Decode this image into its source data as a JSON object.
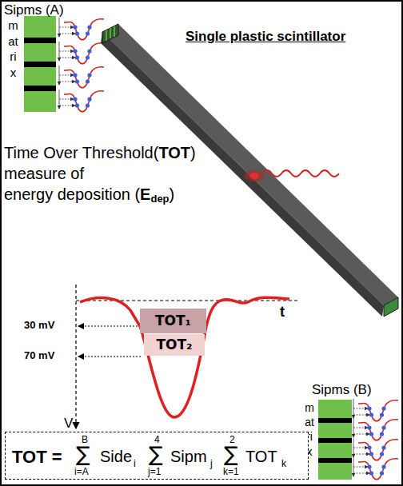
{
  "diagram": {
    "nodes": [
      {
        "text": [
          "TOT₁"
        ]
      },
      {
        "text": [
          "TOT₂"
        ]
      },
      {
        "text": [
          "TOT =",
          "B",
          "∑",
          "i=A",
          "Side",
          "i",
          "4",
          "∑",
          "j=1",
          "Sipm",
          "j",
          "2",
          "∑",
          "k=1",
          "TOT",
          "k"
        ]
      }
    ],
    "labels": [
      "Sipms (A)",
      "matrix",
      "Single plastic scintillator",
      "Time Over Threshold(",
      "TOT",
      ")",
      "measure of",
      "energy deposition (",
      "E",
      "dep",
      ")",
      "t",
      "30 mV",
      "70 mV",
      "V",
      "Sipms (B)",
      "matrix"
    ]
  }
}
